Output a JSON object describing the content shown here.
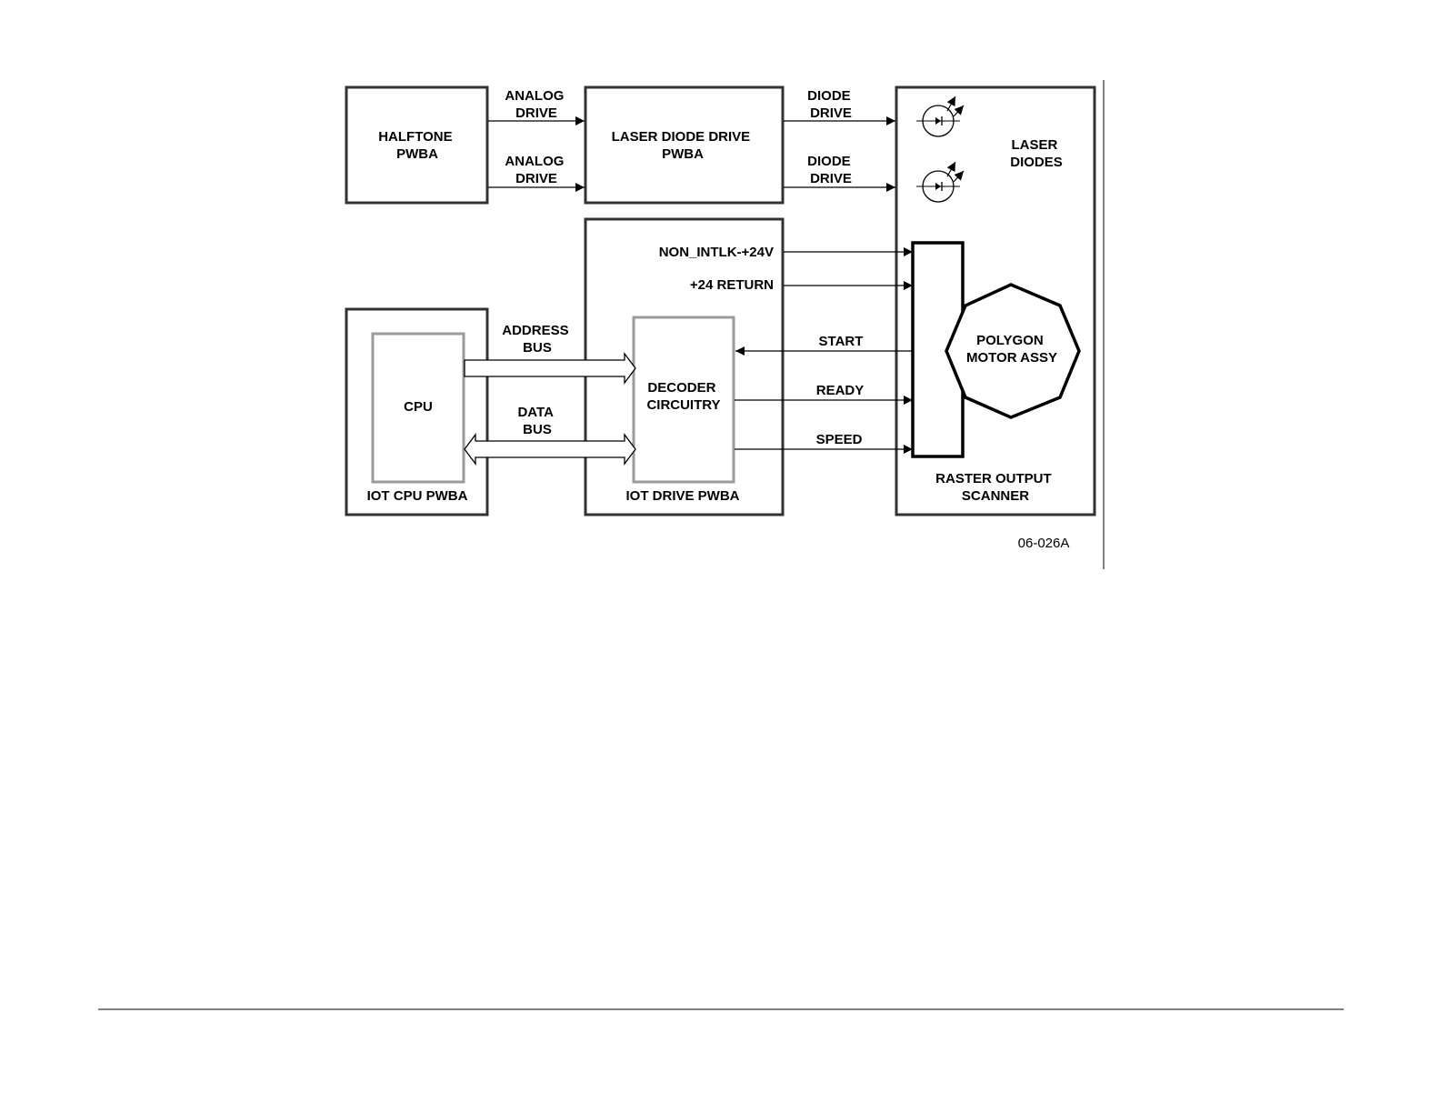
{
  "blocks": {
    "halftone": [
      "HALFTONE",
      "PWBA"
    ],
    "laser_diode_drive": [
      "LASER DIODE DRIVE",
      "PWBA"
    ],
    "laser_diodes": [
      "LASER",
      "DIODES"
    ],
    "iot_cpu_pwba": "IOT CPU PWBA",
    "cpu": "CPU",
    "iot_drive_pwba": "IOT DRIVE PWBA",
    "decoder": [
      "DECODER",
      "CIRCUITRY"
    ],
    "polygon_motor": [
      "POLYGON",
      "MOTOR ASSY"
    ],
    "raster_output_scanner": [
      "RASTER OUTPUT",
      "SCANNER"
    ]
  },
  "signals": {
    "analog_drive_1": [
      "ANALOG",
      "DRIVE"
    ],
    "analog_drive_2": [
      "ANALOG",
      "DRIVE"
    ],
    "diode_drive_1": [
      "DIODE",
      "DRIVE"
    ],
    "diode_drive_2": [
      "DIODE",
      "DRIVE"
    ],
    "non_intlk": "NON_INTLK-+24V",
    "return_24": "+24 RETURN",
    "start": "START",
    "ready": "READY",
    "speed": "SPEED",
    "address_bus": [
      "ADDRESS",
      "BUS"
    ],
    "data_bus": [
      "DATA",
      "BUS"
    ]
  },
  "figure_id": "06-026A"
}
